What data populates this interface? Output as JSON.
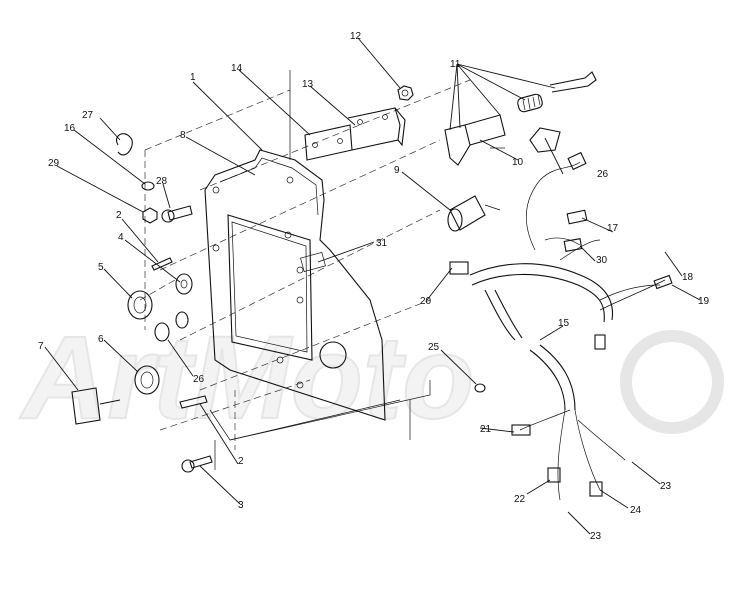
{
  "watermark": {
    "text": "ArtMoto"
  },
  "callouts": [
    {
      "n": "1"
    },
    {
      "n": "2"
    },
    {
      "n": "2"
    },
    {
      "n": "3"
    },
    {
      "n": "4"
    },
    {
      "n": "5"
    },
    {
      "n": "6"
    },
    {
      "n": "7"
    },
    {
      "n": "8"
    },
    {
      "n": "9"
    },
    {
      "n": "10"
    },
    {
      "n": "11"
    },
    {
      "n": "12"
    },
    {
      "n": "13"
    },
    {
      "n": "14"
    },
    {
      "n": "15"
    },
    {
      "n": "16"
    },
    {
      "n": "17"
    },
    {
      "n": "18"
    },
    {
      "n": "19"
    },
    {
      "n": "20"
    },
    {
      "n": "21"
    },
    {
      "n": "22"
    },
    {
      "n": "23"
    },
    {
      "n": "23"
    },
    {
      "n": "24"
    },
    {
      "n": "25"
    },
    {
      "n": "26"
    },
    {
      "n": "26"
    },
    {
      "n": "27"
    },
    {
      "n": "28"
    },
    {
      "n": "29"
    },
    {
      "n": "30"
    },
    {
      "n": "31"
    }
  ]
}
